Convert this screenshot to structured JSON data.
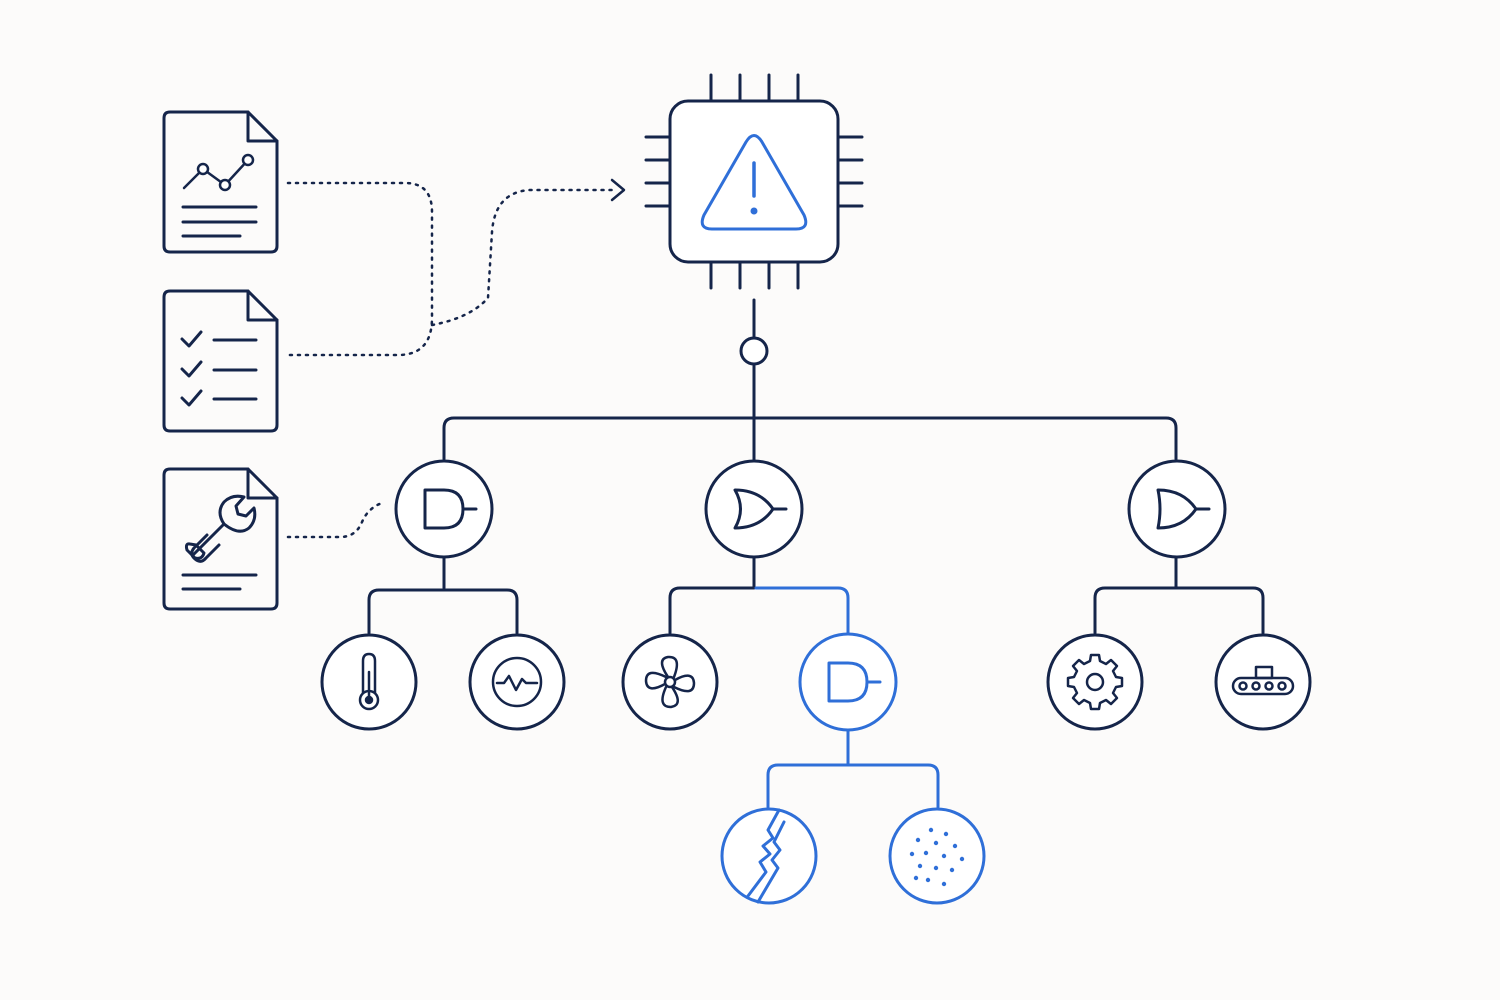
{
  "colors": {
    "background": "#fcfbfa",
    "primary": "#15254a",
    "accent": "#2f6fd8"
  },
  "top_event": {
    "icon": "warning-triangle-icon"
  },
  "documents": [
    {
      "icon": "trend-chart-icon"
    },
    {
      "icon": "checklist-icon"
    },
    {
      "icon": "wrench-icon"
    }
  ],
  "gates": [
    {
      "type": "AND",
      "icon": "and-gate-icon",
      "highlighted": false
    },
    {
      "type": "OR",
      "icon": "or-gate-icon",
      "highlighted": false
    },
    {
      "type": "OR",
      "icon": "or-gate-icon",
      "highlighted": false
    },
    {
      "type": "AND",
      "icon": "and-gate-icon",
      "highlighted": true
    }
  ],
  "basic_events": [
    {
      "icon": "thermometer-icon",
      "highlighted": false
    },
    {
      "icon": "signal-wave-icon",
      "highlighted": false
    },
    {
      "icon": "fan-icon",
      "highlighted": false
    },
    {
      "icon": "gear-icon",
      "highlighted": false
    },
    {
      "icon": "conveyor-icon",
      "highlighted": false
    },
    {
      "icon": "crack-icon",
      "highlighted": true
    },
    {
      "icon": "particles-icon",
      "highlighted": true
    }
  ]
}
